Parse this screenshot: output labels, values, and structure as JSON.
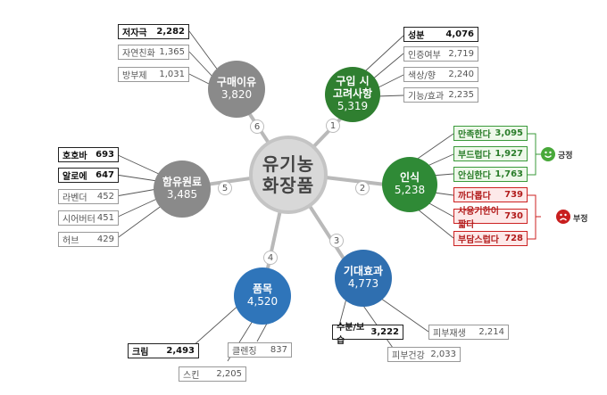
{
  "center": {
    "line1": "유기농",
    "line2": "화장품"
  },
  "nodes": {
    "n1": {
      "number": "1",
      "label_line1": "구입 시",
      "label_line2": "고려사항",
      "value": "5,319",
      "color": "#2f7f30"
    },
    "n2": {
      "number": "2",
      "label": "인식",
      "value": "5,238",
      "color": "#2f8a36"
    },
    "n3": {
      "number": "3",
      "label": "기대효과",
      "value": "4,773",
      "color": "#2f6fb0"
    },
    "n4": {
      "number": "4",
      "label": "품목",
      "value": "4,520",
      "color": "#2f75ba"
    },
    "n5": {
      "number": "5",
      "label": "함유원료",
      "value": "3,485",
      "color": "#8a8a8a"
    },
    "n6": {
      "number": "6",
      "label": "구매이유",
      "value": "3,820",
      "color": "#8a8a8a"
    }
  },
  "items": {
    "n1": [
      {
        "label": "성분",
        "value": "4,076"
      },
      {
        "label": "인증여부",
        "value": "2,719"
      },
      {
        "label": "색상/향",
        "value": "2,240"
      },
      {
        "label": "기능/효과",
        "value": "2,235"
      }
    ],
    "n2_positive": [
      {
        "label": "만족한다",
        "value": "3,095"
      },
      {
        "label": "부드럽다",
        "value": "1,927"
      },
      {
        "label": "안심한다",
        "value": "1,763"
      }
    ],
    "n2_negative": [
      {
        "label": "까다롭다",
        "value": "739"
      },
      {
        "label": "사용기한이 짧다",
        "value": "730"
      },
      {
        "label": "부담스럽다",
        "value": "728"
      }
    ],
    "n3": [
      {
        "label": "수분/보습",
        "value": "3,222"
      },
      {
        "label": "피부재생",
        "value": "2,214"
      },
      {
        "label": "피부건강",
        "value": "2,033"
      }
    ],
    "n4": [
      {
        "label": "크림",
        "value": "2,493"
      },
      {
        "label": "클렌징",
        "value": "837"
      },
      {
        "label": "스킨",
        "value": "2,205"
      }
    ],
    "n5": [
      {
        "label": "호호바",
        "value": "693"
      },
      {
        "label": "알로에",
        "value": "647"
      },
      {
        "label": "라벤더",
        "value": "452"
      },
      {
        "label": "시어버터",
        "value": "451"
      },
      {
        "label": "허브",
        "value": "429"
      }
    ],
    "n6": [
      {
        "label": "저자극",
        "value": "2,282"
      },
      {
        "label": "자연친화",
        "value": "1,365"
      },
      {
        "label": "방부제",
        "value": "1,031"
      }
    ]
  },
  "sentiment": {
    "positive_label": "긍정",
    "negative_label": "부정",
    "positive_icon": "smile-face-icon",
    "negative_icon": "sad-face-icon",
    "positive_color": "#48a83a",
    "negative_color": "#c81e1e"
  }
}
